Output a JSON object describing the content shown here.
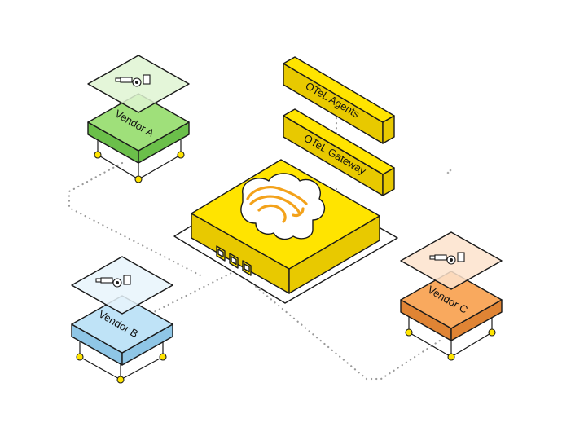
{
  "diagram": {
    "labels": {
      "agents": "OTeL Agents",
      "gateway": "OTeL Gateway",
      "vendor_a": "Vendor A",
      "vendor_b": "Vendor B",
      "vendor_c": "Vendor C"
    },
    "colors": {
      "hub_yellow": "#ffe400",
      "hub_yellow_dark": "#e8c900",
      "vendor_a": "#9fe07a",
      "vendor_a_dark": "#6bbf4a",
      "vendor_a_light": "#dff5d2",
      "vendor_b": "#bfe3f7",
      "vendor_b_dark": "#8fc6e6",
      "vendor_b_light": "#e8f5fc",
      "vendor_c": "#f9a95e",
      "vendor_c_dark": "#e08434",
      "vendor_c_light": "#fde3cc",
      "cloud_orange": "#f3a21b",
      "connector": "#9a9a9a"
    },
    "icons": [
      "telescope-icon",
      "cloud-logo-icon",
      "port-icon",
      "node-dot-icon"
    ]
  }
}
